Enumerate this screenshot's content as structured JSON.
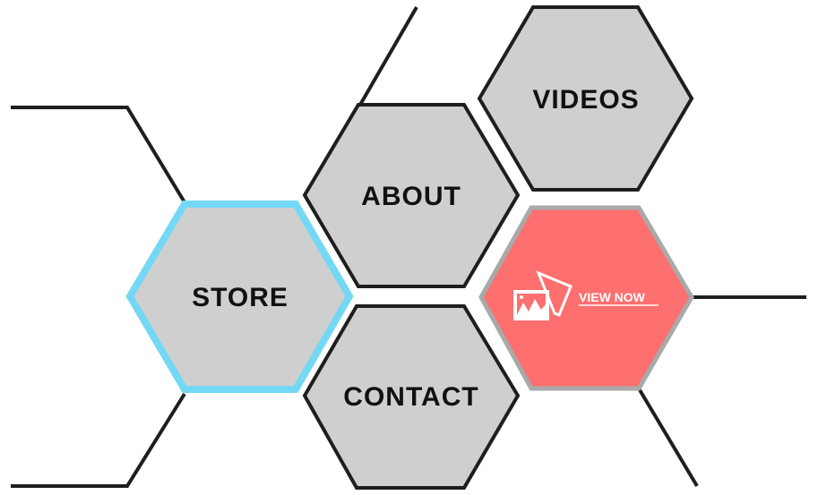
{
  "menu": {
    "videos": "VIDEOS",
    "about": "ABOUT",
    "store": "STORE",
    "contact": "CONTACT",
    "view_now": "VIEW NOW"
  },
  "icons": {
    "view_now": "photos-icon"
  },
  "colors": {
    "hex_fill": "#cfcfcf",
    "hex_stroke": "#1e1e1e",
    "active_stroke": "#74d8f4",
    "cta_fill": "#fe6f6f",
    "cta_stroke": "#a9a9a9"
  }
}
